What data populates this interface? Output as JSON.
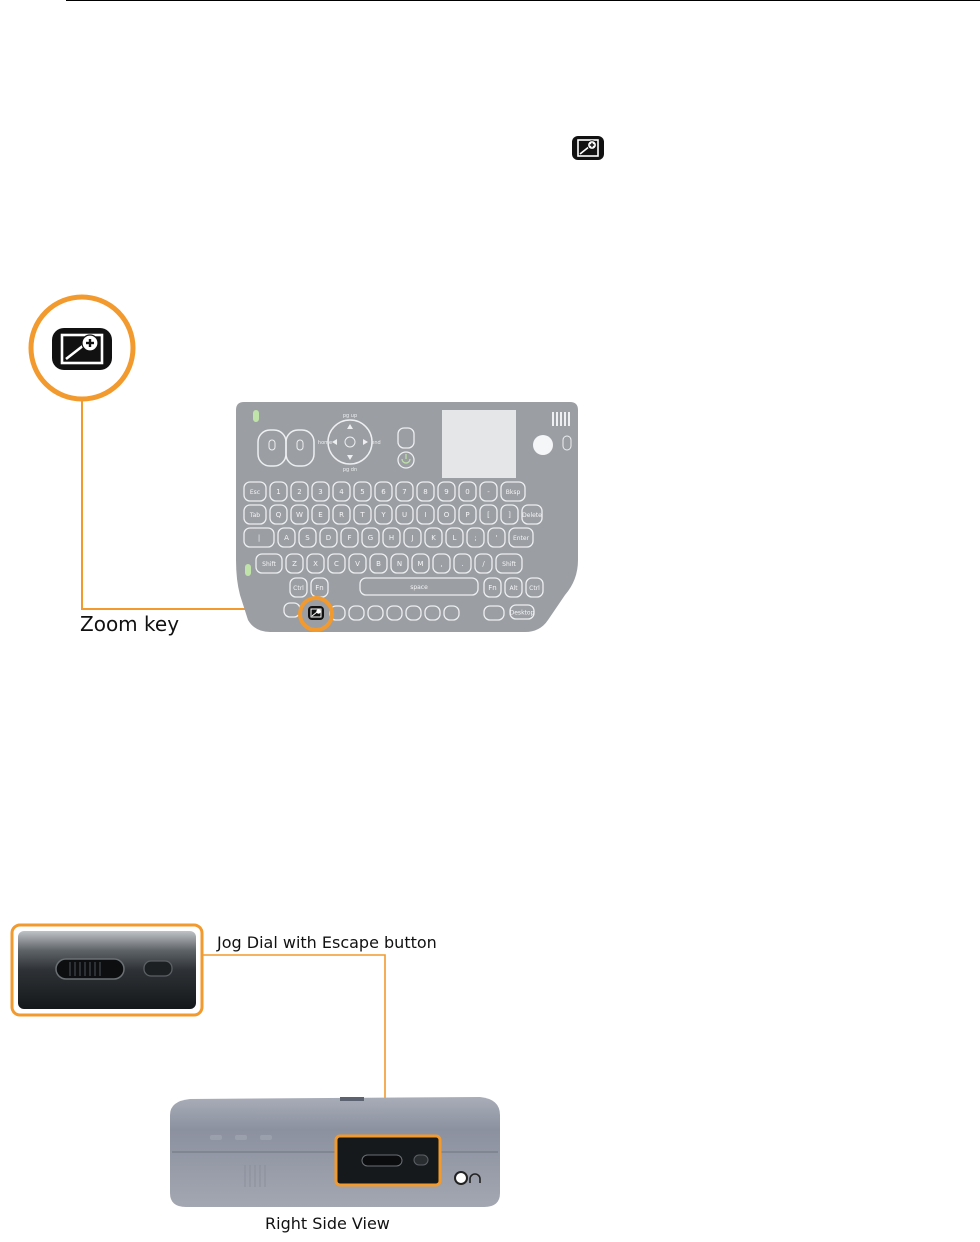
{
  "figure1": {
    "inline_icon": "zoom-icon",
    "callout_icon": "zoom-icon",
    "label": "Zoom key",
    "keyboard": {
      "top_keys": [
        "pg up",
        "pg dn",
        "home",
        "end"
      ],
      "row1": [
        "Esc",
        "1",
        "2",
        "3",
        "4",
        "5",
        "6",
        "7",
        "8",
        "9",
        "0",
        "-",
        "Bksp"
      ],
      "row2": [
        "Tab",
        "Q",
        "W",
        "E",
        "R",
        "T",
        "Y",
        "U",
        "I",
        "O",
        "P",
        "[",
        "]",
        "Delete"
      ],
      "row3": [
        "|",
        "A",
        "S",
        "D",
        "F",
        "G",
        "H",
        "J",
        "K",
        "L",
        ";",
        "'",
        "Enter"
      ],
      "row4": [
        "Shift",
        "Z",
        "X",
        "C",
        "V",
        "B",
        "N",
        "M",
        ",",
        ".",
        "/",
        "Shift"
      ],
      "row5_left": [
        "Ctrl",
        "Fn"
      ],
      "space": "space",
      "row5_right": [
        "Fn",
        "Alt",
        "Ctrl"
      ],
      "desktop": "Desktop"
    }
  },
  "figure2": {
    "callout_label": "Jog Dial with Escape button",
    "view_label": "Right Side View"
  },
  "colors": {
    "accent": "#F29A2E",
    "keyboard_body": "#9B9EA3",
    "key_outline": "#EDEFF1",
    "device_body": "#8E93A0"
  }
}
